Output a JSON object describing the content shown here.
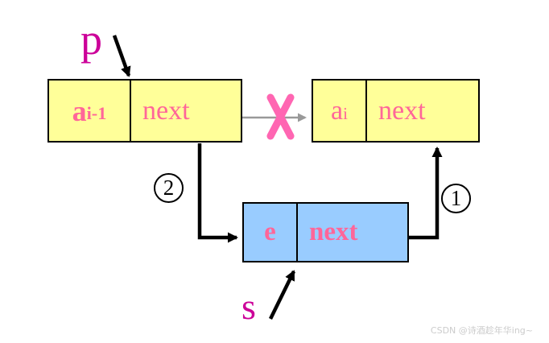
{
  "diagram": {
    "title_hint": "singly linked list insertion diagram",
    "pointer_p": {
      "label": "p"
    },
    "pointer_s": {
      "label": "s"
    },
    "prev_node": {
      "data_base": "a",
      "data_sub": "i-1",
      "next_label": "next"
    },
    "succ_node": {
      "data_base": "a",
      "data_sub": "i",
      "next_label": "next"
    },
    "new_node": {
      "data_label": "e",
      "next_label": "next"
    },
    "steps": {
      "step1": "1",
      "step2": "2"
    },
    "colors": {
      "node_fill_yellow": "#FFFF99",
      "node_fill_blue": "#99CCFF",
      "field_text_pink": "#FF6699",
      "pointer_magenta": "#CC0099",
      "cross_out_pink": "#FF66B2",
      "old_link_gray": "#999999",
      "arrow_black": "#000000"
    }
  },
  "watermark": {
    "text": "CSDN @诗酒趁年华ing~"
  }
}
